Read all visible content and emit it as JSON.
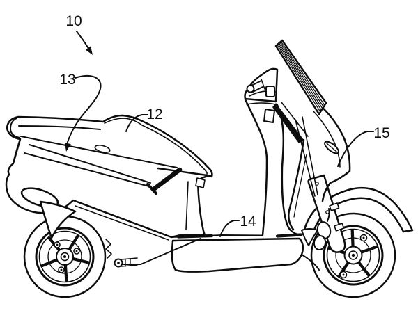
{
  "figure": {
    "type": "patent_line_drawing",
    "subject": "scooter-side-view",
    "background_color": "#ffffff",
    "ink_color": "#0d0d0d",
    "reference_labels": [
      {
        "text": "10",
        "points_to": "overall-scooter",
        "leader_style": "straight-arrow"
      },
      {
        "text": "12",
        "points_to": "seat-rear-cowl",
        "leader_style": "curved-line"
      },
      {
        "text": "13",
        "points_to": "open-storage-compartment",
        "leader_style": "curved-arrow"
      },
      {
        "text": "14",
        "points_to": "floorboard",
        "leader_style": "curved-line"
      },
      {
        "text": "15",
        "points_to": "front-cowl",
        "leader_style": "curved-line"
      }
    ]
  }
}
